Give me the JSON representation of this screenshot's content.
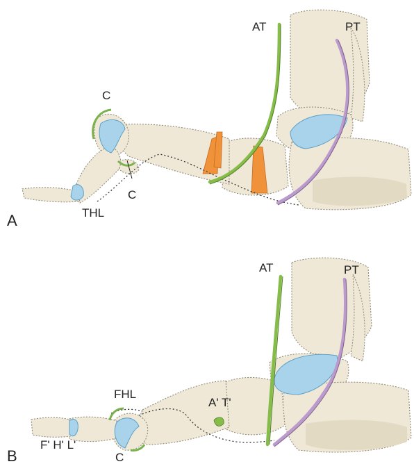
{
  "panels": [
    {
      "letter": "A",
      "labels": {
        "at": "AT",
        "pt": "PT",
        "c_top": "C",
        "c_bottom": "C",
        "thl": "THL"
      }
    },
    {
      "letter": "B",
      "labels": {
        "at": "AT",
        "pt": "PT",
        "fhl": "FHL",
        "c": "C",
        "flh_prime": "F' H' L'",
        "at_prime": "A' T'"
      }
    }
  ],
  "colors": {
    "bone": "#efe8d6",
    "cartilage": "#a9d3ea",
    "anterior_tendon": "#86bd4a",
    "posterior_tendon": "#bb9bcb",
    "ligament": "#f0923a"
  }
}
